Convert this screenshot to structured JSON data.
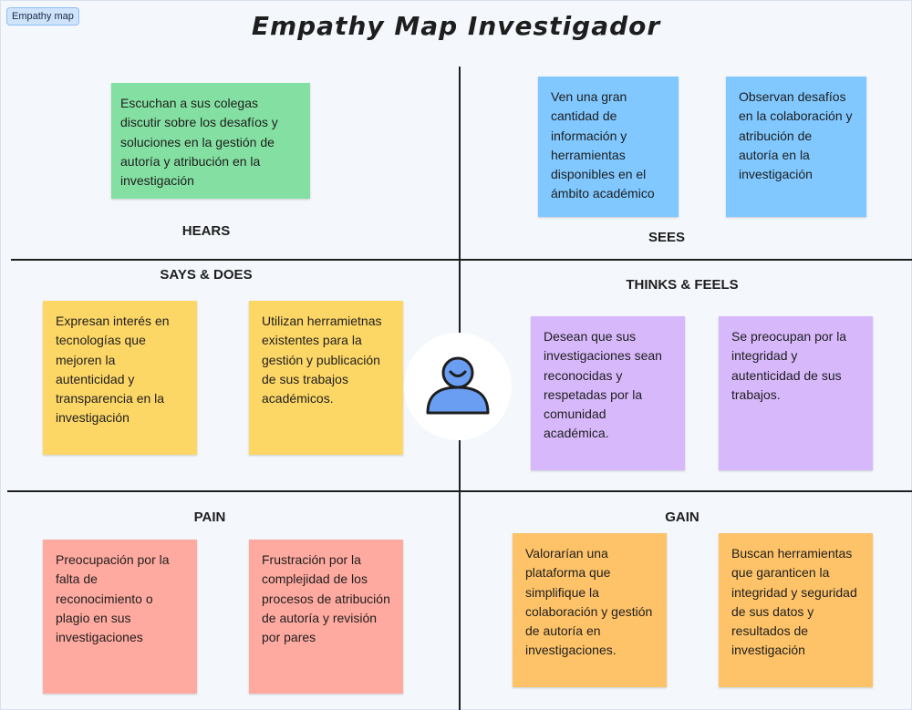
{
  "tag": "Empathy map",
  "title": "Empathy Map Investigador",
  "colors": {
    "green": "#84e0a2",
    "blue": "#80c8ff",
    "yellow": "#fdd766",
    "purple": "#d7b8fb",
    "red": "#ffaaa0",
    "orange": "#fec368",
    "person": "#6a9ef2"
  },
  "quadrants": {
    "hears": {
      "label": "HEARS",
      "notes": [
        "Escuchan a sus colegas discutir sobre los desafíos y soluciones en la gestión de autoría y atribución en la investigación"
      ]
    },
    "sees": {
      "label": "SEES",
      "notes": [
        "Ven una gran cantidad de información y herramientas disponibles en el ámbito académico",
        "Observan desafíos en la colaboración y atribución de autoría en la investigación"
      ]
    },
    "says_does": {
      "label": "SAYS & DOES",
      "notes": [
        "Expresan interés en tecnologías que mejoren la autenticidad y transparencia en la investigación",
        "Utilizan herramietnas existentes para la gestión y publicación de sus trabajos académicos."
      ]
    },
    "thinks_feels": {
      "label": "THINKS & FEELS",
      "notes": [
        "Desean que sus investigaciones sean reconocidas y respetadas por la comunidad académica.",
        "Se preocupan por la integridad y autenticidad de sus trabajos."
      ]
    },
    "pain": {
      "label": "PAIN",
      "notes": [
        "Preocupación por la falta de reconocimiento o plagio en sus investigaciones",
        "Frustración por la complejidad de los procesos de atribución de autoría y revisión por pares"
      ]
    },
    "gain": {
      "label": "GAIN",
      "notes": [
        "Valorarían una plataforma que simplifique la colaboración y gestión de autoría en investigaciones.",
        "Buscan herramientas que garanticen la integridad y seguridad de sus datos y resultados de investigación"
      ]
    }
  },
  "center_icon": "person-icon"
}
